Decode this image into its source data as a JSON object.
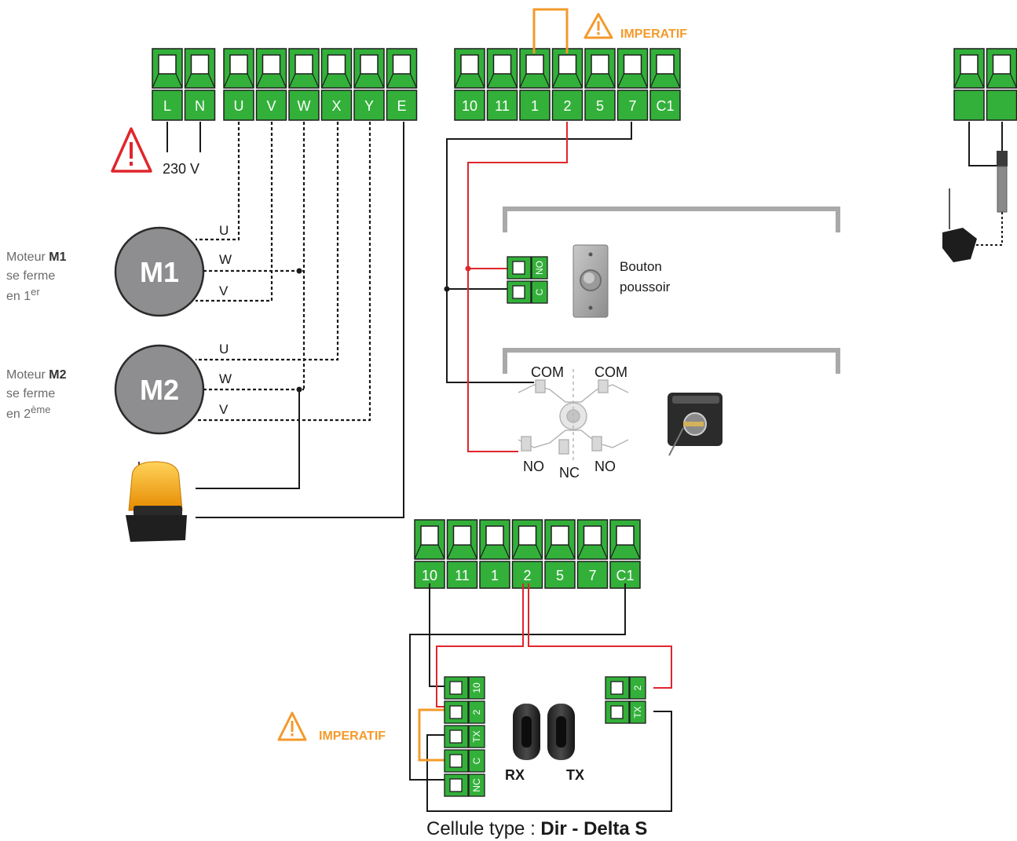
{
  "power": {
    "voltage": "230 V"
  },
  "terminals": {
    "mains": [
      "L",
      "N"
    ],
    "motors": [
      "U",
      "V",
      "W",
      "X",
      "Y",
      "E"
    ],
    "control": [
      "10",
      "11",
      "1",
      "2",
      "5",
      "7",
      "C1"
    ],
    "photocell": [
      "10",
      "11",
      "1",
      "2",
      "5",
      "7",
      "C1"
    ]
  },
  "warnings": {
    "mandatory": "IMPERATIF"
  },
  "motor1": {
    "badge": "M1",
    "desc_prefix": "Moteur ",
    "desc_bold": "M1",
    "line2": "se ferme",
    "line3_base": "en 1",
    "line3_sup": "er",
    "wires": [
      "U",
      "W",
      "V"
    ]
  },
  "motor2": {
    "badge": "M2",
    "desc_prefix": "Moteur ",
    "desc_bold": "M2",
    "line2": "se ferme",
    "line3_base": "en 2",
    "line3_sup": "ème",
    "wires": [
      "U",
      "W",
      "V"
    ]
  },
  "push_button": {
    "line1": "Bouton",
    "line2": "poussoir",
    "contacts": [
      "NO",
      "C"
    ]
  },
  "key_switch": {
    "top_labels": [
      "COM",
      "COM"
    ],
    "bottom_labels": [
      "NO",
      "NC",
      "NO"
    ]
  },
  "photocell": {
    "rx_terminals": [
      "10",
      "2",
      "TX",
      "C",
      "NC"
    ],
    "tx_terminals": [
      "2",
      "TX"
    ],
    "rx_label": "RX",
    "tx_label": "TX",
    "caption_prefix": "Cellule type : ",
    "caption_bold": "Dir - Delta S"
  },
  "colors": {
    "terminal_green": "#33b03a",
    "wire_red": "#e0262c",
    "wire_orange": "#f39a2b",
    "wire_black": "#1a1a1a",
    "motor_gray": "#8e8e90",
    "warning_red": "#e0262c"
  }
}
